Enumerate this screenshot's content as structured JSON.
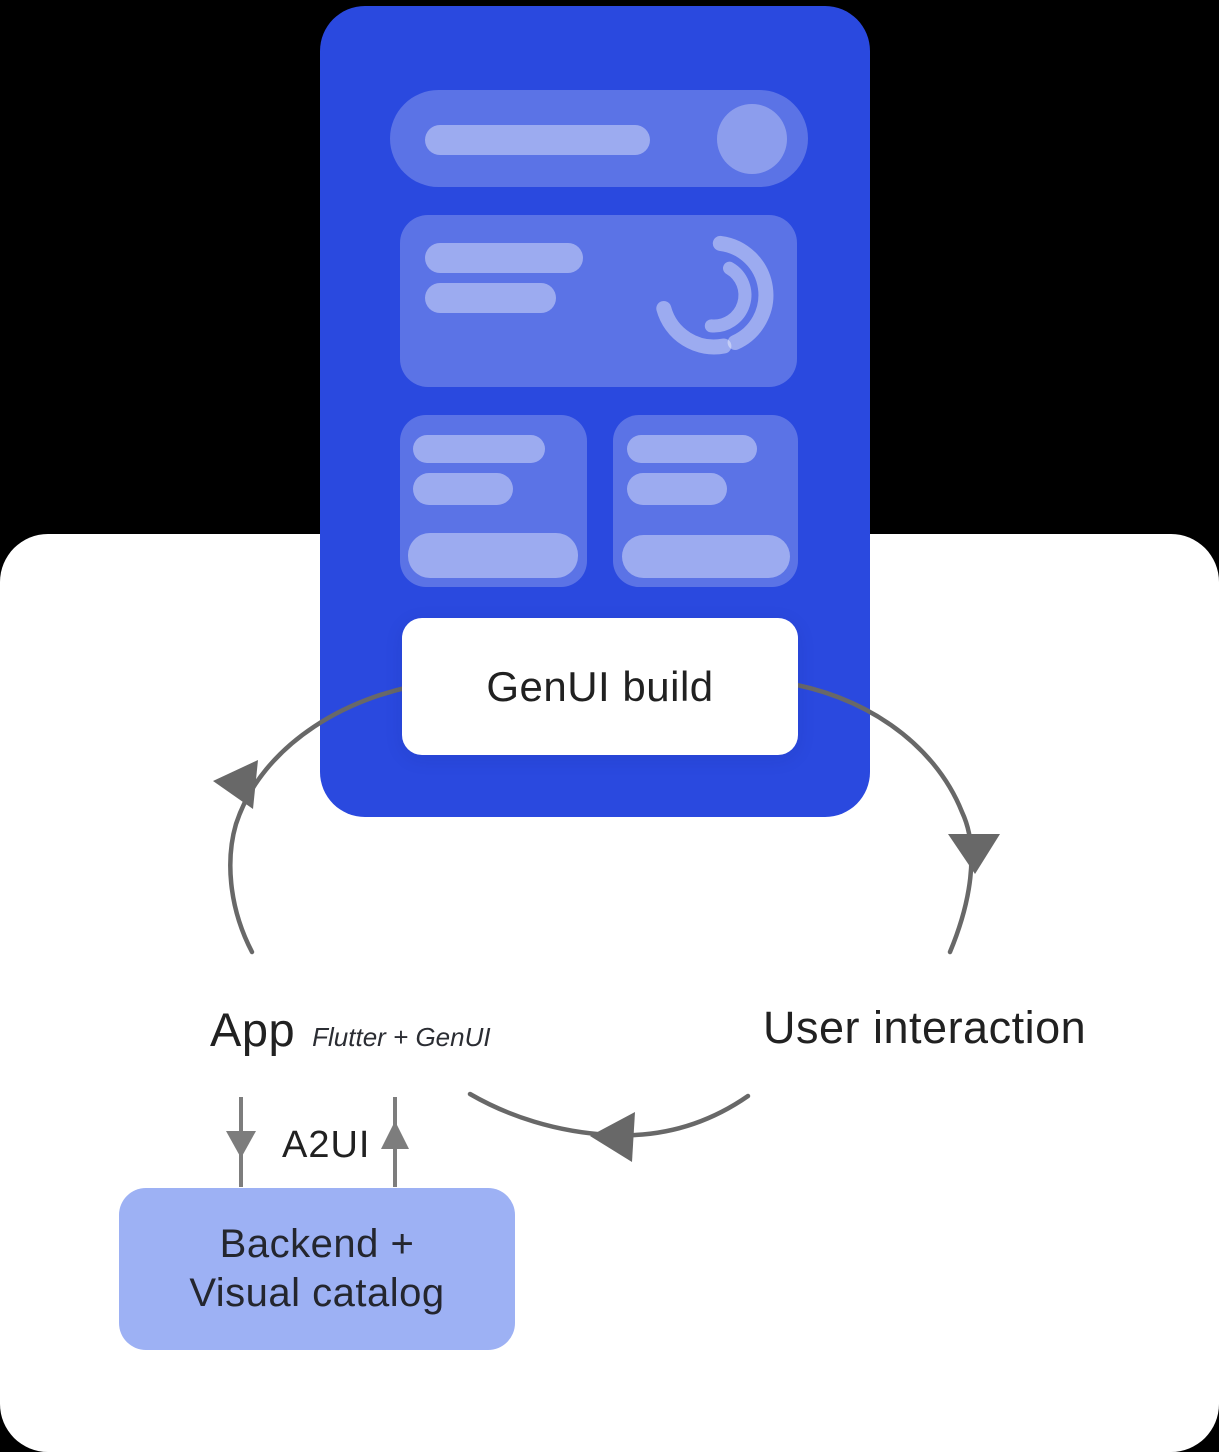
{
  "diagram": {
    "device_button": "GenUI build",
    "app_label": "App",
    "app_sublabel": "Flutter + GenUI",
    "user_label": "User interaction",
    "protocol_label": "A2UI",
    "backend_line1": "Backend +",
    "backend_line2": "Visual catalog"
  },
  "colors": {
    "background": "#000000",
    "surface": "#ffffff",
    "phone": "#2a49df",
    "backend_box": "#9db1f4",
    "arrow": "#686868",
    "text": "#212121"
  }
}
